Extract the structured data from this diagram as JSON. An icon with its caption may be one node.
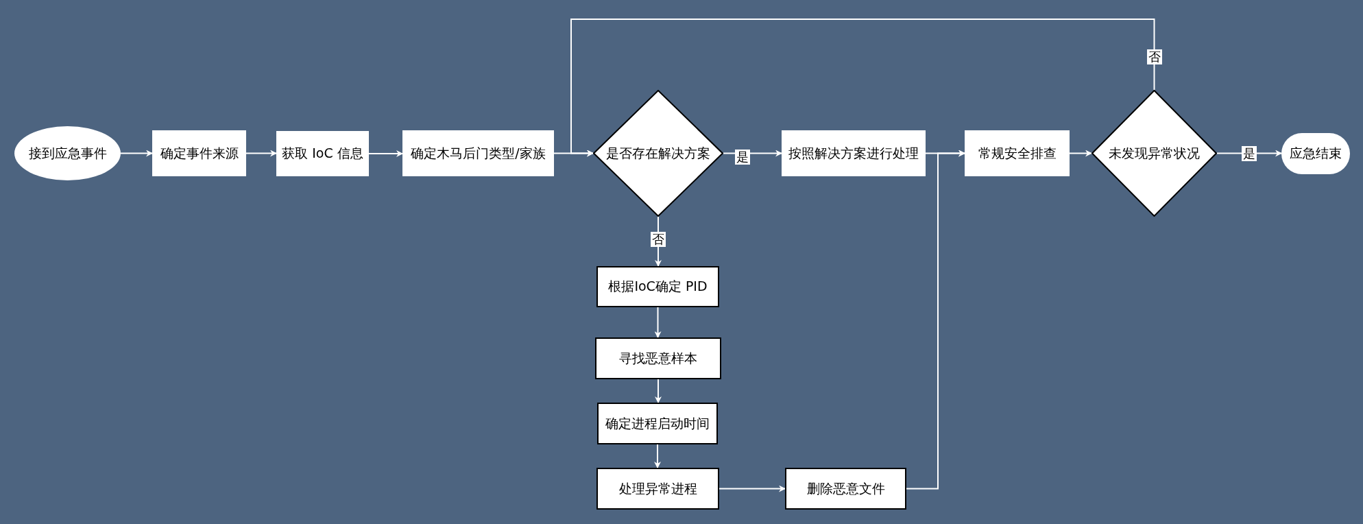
{
  "diagram": {
    "nodes": [
      {
        "text": [
          "接到应急事件"
        ]
      },
      {
        "text": [
          "确定事件来源"
        ]
      },
      {
        "text": [
          "获取 IoC 信息"
        ]
      },
      {
        "text": [
          "确定木马后门类型/家族"
        ]
      },
      {
        "text": [
          "是否存在解决方案"
        ]
      },
      {
        "text": [
          "按照解决方案进行处理"
        ]
      },
      {
        "text": [
          "常规安全排查"
        ]
      },
      {
        "text": [
          "未发现异常状况"
        ]
      },
      {
        "text": [
          "应急结束"
        ]
      },
      {
        "text": [
          "根据IoC确定 PID"
        ]
      },
      {
        "text": [
          "寻找恶意样本"
        ]
      },
      {
        "text": [
          "确定进程启动时间"
        ]
      },
      {
        "text": [
          "处理异常进程"
        ]
      },
      {
        "text": [
          "删除恶意文件"
        ]
      }
    ],
    "edges": [
      {
        "from": 0,
        "to": 1,
        "arrow": "to"
      },
      {
        "from": 1,
        "to": 2,
        "arrow": "to"
      },
      {
        "from": 2,
        "to": 3,
        "arrow": "to"
      },
      {
        "from": 3,
        "to": 4,
        "arrow": "to"
      },
      {
        "from": 4,
        "to": 5,
        "arrow": "to",
        "label": "是"
      },
      {
        "from": 5,
        "to": 6,
        "arrow": "to"
      },
      {
        "from": 6,
        "to": 7,
        "arrow": "to"
      },
      {
        "from": 7,
        "to": 8,
        "arrow": "to",
        "label": "是"
      },
      {
        "from": 7,
        "to": 4,
        "arrow": "to",
        "label": "否"
      },
      {
        "from": 4,
        "to": 9,
        "arrow": "to",
        "label": "否"
      },
      {
        "from": 9,
        "to": 10,
        "arrow": "to"
      },
      {
        "from": 10,
        "to": 11,
        "arrow": "to"
      },
      {
        "from": 11,
        "to": 12,
        "arrow": "to"
      },
      {
        "from": 12,
        "to": 13,
        "arrow": "to"
      },
      {
        "from": 13,
        "to": 6,
        "arrow": "to"
      }
    ]
  }
}
